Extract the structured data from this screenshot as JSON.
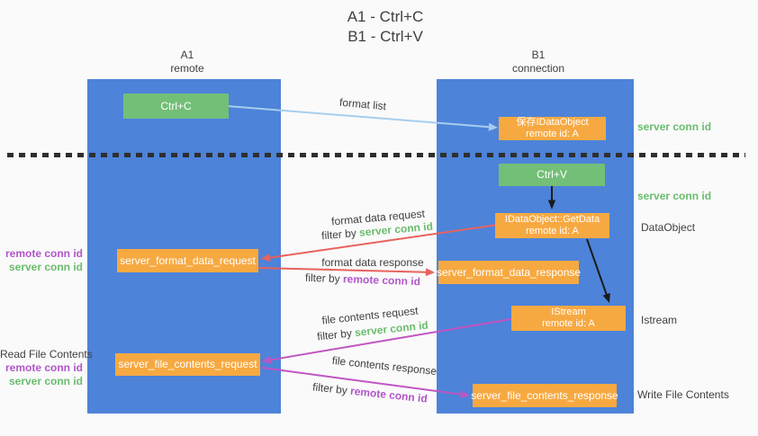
{
  "title": {
    "line1": "A1 - Ctrl+C",
    "line2": "B1 - Ctrl+V"
  },
  "columns": {
    "a": {
      "name": "A1",
      "role": "remote"
    },
    "b": {
      "name": "B1",
      "role": "connection"
    }
  },
  "boxes": {
    "ctrl_c": {
      "label": "Ctrl+C"
    },
    "save_idataobject": {
      "line1": "保存IDataObject",
      "line2": "remote id: A"
    },
    "ctrl_v": {
      "label": "Ctrl+V"
    },
    "getdata": {
      "line1": "IDataObject::GetData",
      "line2": "remote id: A"
    },
    "format_request": {
      "label": "server_format_data_request"
    },
    "format_response": {
      "label": "server_format_data_response"
    },
    "istream": {
      "line1": "IStream",
      "line2": "remote id: A"
    },
    "file_request": {
      "label": "server_file_contents_request"
    },
    "file_response": {
      "label": "server_file_contents_response"
    }
  },
  "flow_labels": {
    "format_list": "format list",
    "format_data_request": "format data request",
    "format_data_request_filter": {
      "prefix": "filter by ",
      "key": "server conn id"
    },
    "format_data_response": "format data response",
    "format_data_response_filter": {
      "prefix": "filter by ",
      "key": "remote conn id"
    },
    "file_contents_request": "file contents request",
    "file_contents_request_filter": {
      "prefix": "filter by ",
      "key": "server conn id"
    },
    "file_contents_response": "file contents response",
    "file_contents_response_filter": {
      "prefix": "filter by ",
      "key": "remote conn id"
    }
  },
  "side_labels": {
    "right_server_conn_id_top": "server conn id",
    "right_server_conn_id_mid": "server conn id",
    "right_dataobject": "DataObject",
    "right_istream": "Istream",
    "right_write_file_contents": "Write File Contents",
    "left_remote_conn_id_top": "remote conn id",
    "left_server_conn_id_top": "server conn id",
    "left_read_file_contents": "Read File Contents",
    "left_remote_conn_id_bottom": "remote conn id",
    "left_server_conn_id_bottom": "server conn id"
  },
  "colors": {
    "column_blue": "#4d83d9",
    "box_green": "#73bf77",
    "box_orange": "#f7a941",
    "arrow_lightblue": "#a6cdee",
    "arrow_red": "#e8625d",
    "arrow_magenta": "#c055c3",
    "arrow_black": "#1a1a1a",
    "text_green": "#6abd6e",
    "text_purple": "#b156c9",
    "text_dark": "#3f3f3f",
    "dotted_line": "#2e2e2e",
    "background": "#fafafa"
  }
}
